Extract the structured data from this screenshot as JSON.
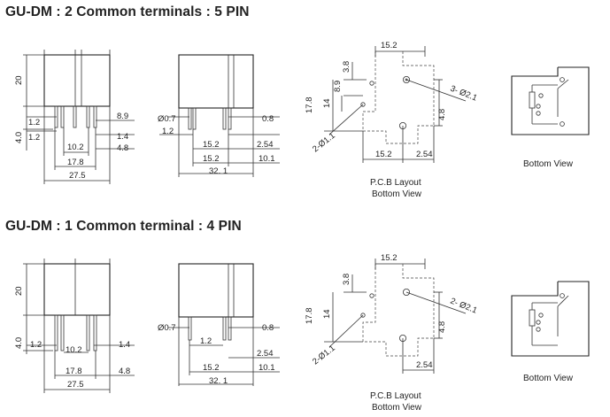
{
  "sections": [
    {
      "heading": "GU-DM : 2 Common terminals : 5 PIN",
      "side": {
        "height_20": "20",
        "pin_4_0": "4.0",
        "d1_2a": "1.2",
        "d1_2b": "1.2",
        "d8_9": "8.9",
        "d1_4": "1.4",
        "d4_8": "4.8",
        "d10_2": "10.2",
        "d17_8": "17.8",
        "d27_5": "27.5"
      },
      "front": {
        "d0_7": "Ø0.7",
        "d1_2": "1.2",
        "d0_8": "0.8",
        "d15_2a": "15.2",
        "d2_54": "2.54",
        "d15_2b": "15.2",
        "d10_1": "10.1",
        "d32_1": "32. 1"
      },
      "pcb": {
        "d15_2top": "15.2",
        "d3_8": "3.8",
        "d8_9": "8.9",
        "d14": "14",
        "d17_8": "17.8",
        "d4_8": "4.8",
        "hole3": "3- Ø2.1",
        "hole2": "2-Ø1.1",
        "d15_2bot": "15.2",
        "d2_54": "2.54",
        "caption1": "P.C.B Layout",
        "caption2": "Bottom View"
      },
      "bottom_caption": "Bottom View"
    },
    {
      "heading": "GU-DM : 1 Common terminal : 4 PIN",
      "side": {
        "height_20": "20",
        "pin_4_0": "4.0",
        "d1_2": "1.2",
        "d10_2": "10.2",
        "d1_4": "1.4",
        "d17_8": "17.8",
        "d4_8": "4.8",
        "d27_5": "27.5"
      },
      "front": {
        "d0_7": "Ø0.7",
        "d0_8": "0.8",
        "d1_2": "1.2",
        "d2_54": "2.54",
        "d15_2": "15.2",
        "d10_1": "10.1",
        "d32_1": "32. 1"
      },
      "pcb": {
        "d15_2top": "15.2",
        "d3_8": "3.8",
        "d14": "14",
        "d17_8": "17.8",
        "d4_8": "4.8",
        "hole2a": "2- Ø2.1",
        "hole2b": "2-Ø1.1",
        "d2_54": "2.54",
        "caption1": "P.C.B Layout",
        "caption2": "Bottom View"
      },
      "bottom_caption": "Bottom View"
    }
  ]
}
